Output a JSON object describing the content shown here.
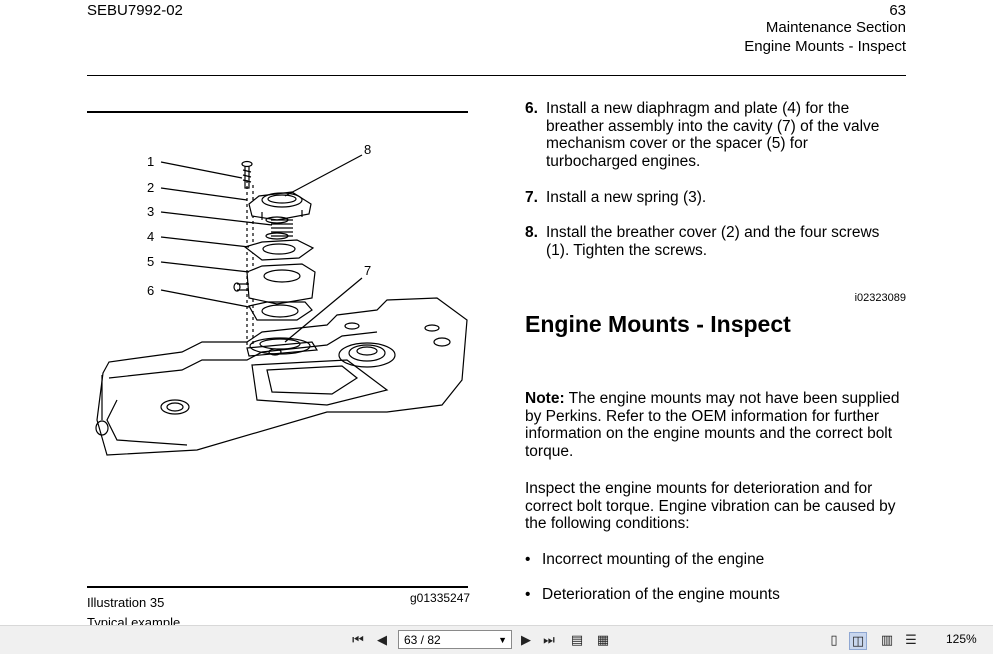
{
  "header": {
    "doc_code": "SEBU7992-02",
    "page_number": "63",
    "section": "Maintenance Section",
    "subsection": "Engine Mounts - Inspect"
  },
  "figure": {
    "callouts": [
      "1",
      "2",
      "3",
      "4",
      "5",
      "6",
      "7",
      "8"
    ],
    "illustration_label": "Illustration 35",
    "illustration_id": "g01335247",
    "caption": "Typical example"
  },
  "steps": [
    {
      "num": "6.",
      "text": "Install a new diaphragm and plate (4) for the breather assembly into the cavity (7) of the valve mechanism cover or the spacer (5) for turbocharged engines."
    },
    {
      "num": "7.",
      "text": "Install a new spring (3)."
    },
    {
      "num": "8.",
      "text": "Install the breather cover (2) and the four screws (1). Tighten the screws."
    }
  ],
  "ref_id": "i02323089",
  "heading": "Engine Mounts - Inspect",
  "note": {
    "label": "Note:",
    "text": " The engine mounts may not have been supplied by Perkins. Refer to the OEM information for further information on the engine mounts and the correct bolt torque."
  },
  "paragraph": "Inspect the engine mounts for deterioration and for correct bolt torque. Engine vibration can be caused by the following conditions:",
  "bullets": [
    "Incorrect mounting of the engine",
    "Deterioration of the engine mounts"
  ],
  "toolbar": {
    "page_field": "63 / 82",
    "zoom": "125%",
    "icons": [
      "first-page-icon",
      "prev-page-icon",
      "next-page-icon",
      "last-page-icon",
      "save-icon",
      "print-icon",
      "single-page-icon",
      "two-page-icon",
      "continuous-icon",
      "fit-width-icon"
    ]
  }
}
